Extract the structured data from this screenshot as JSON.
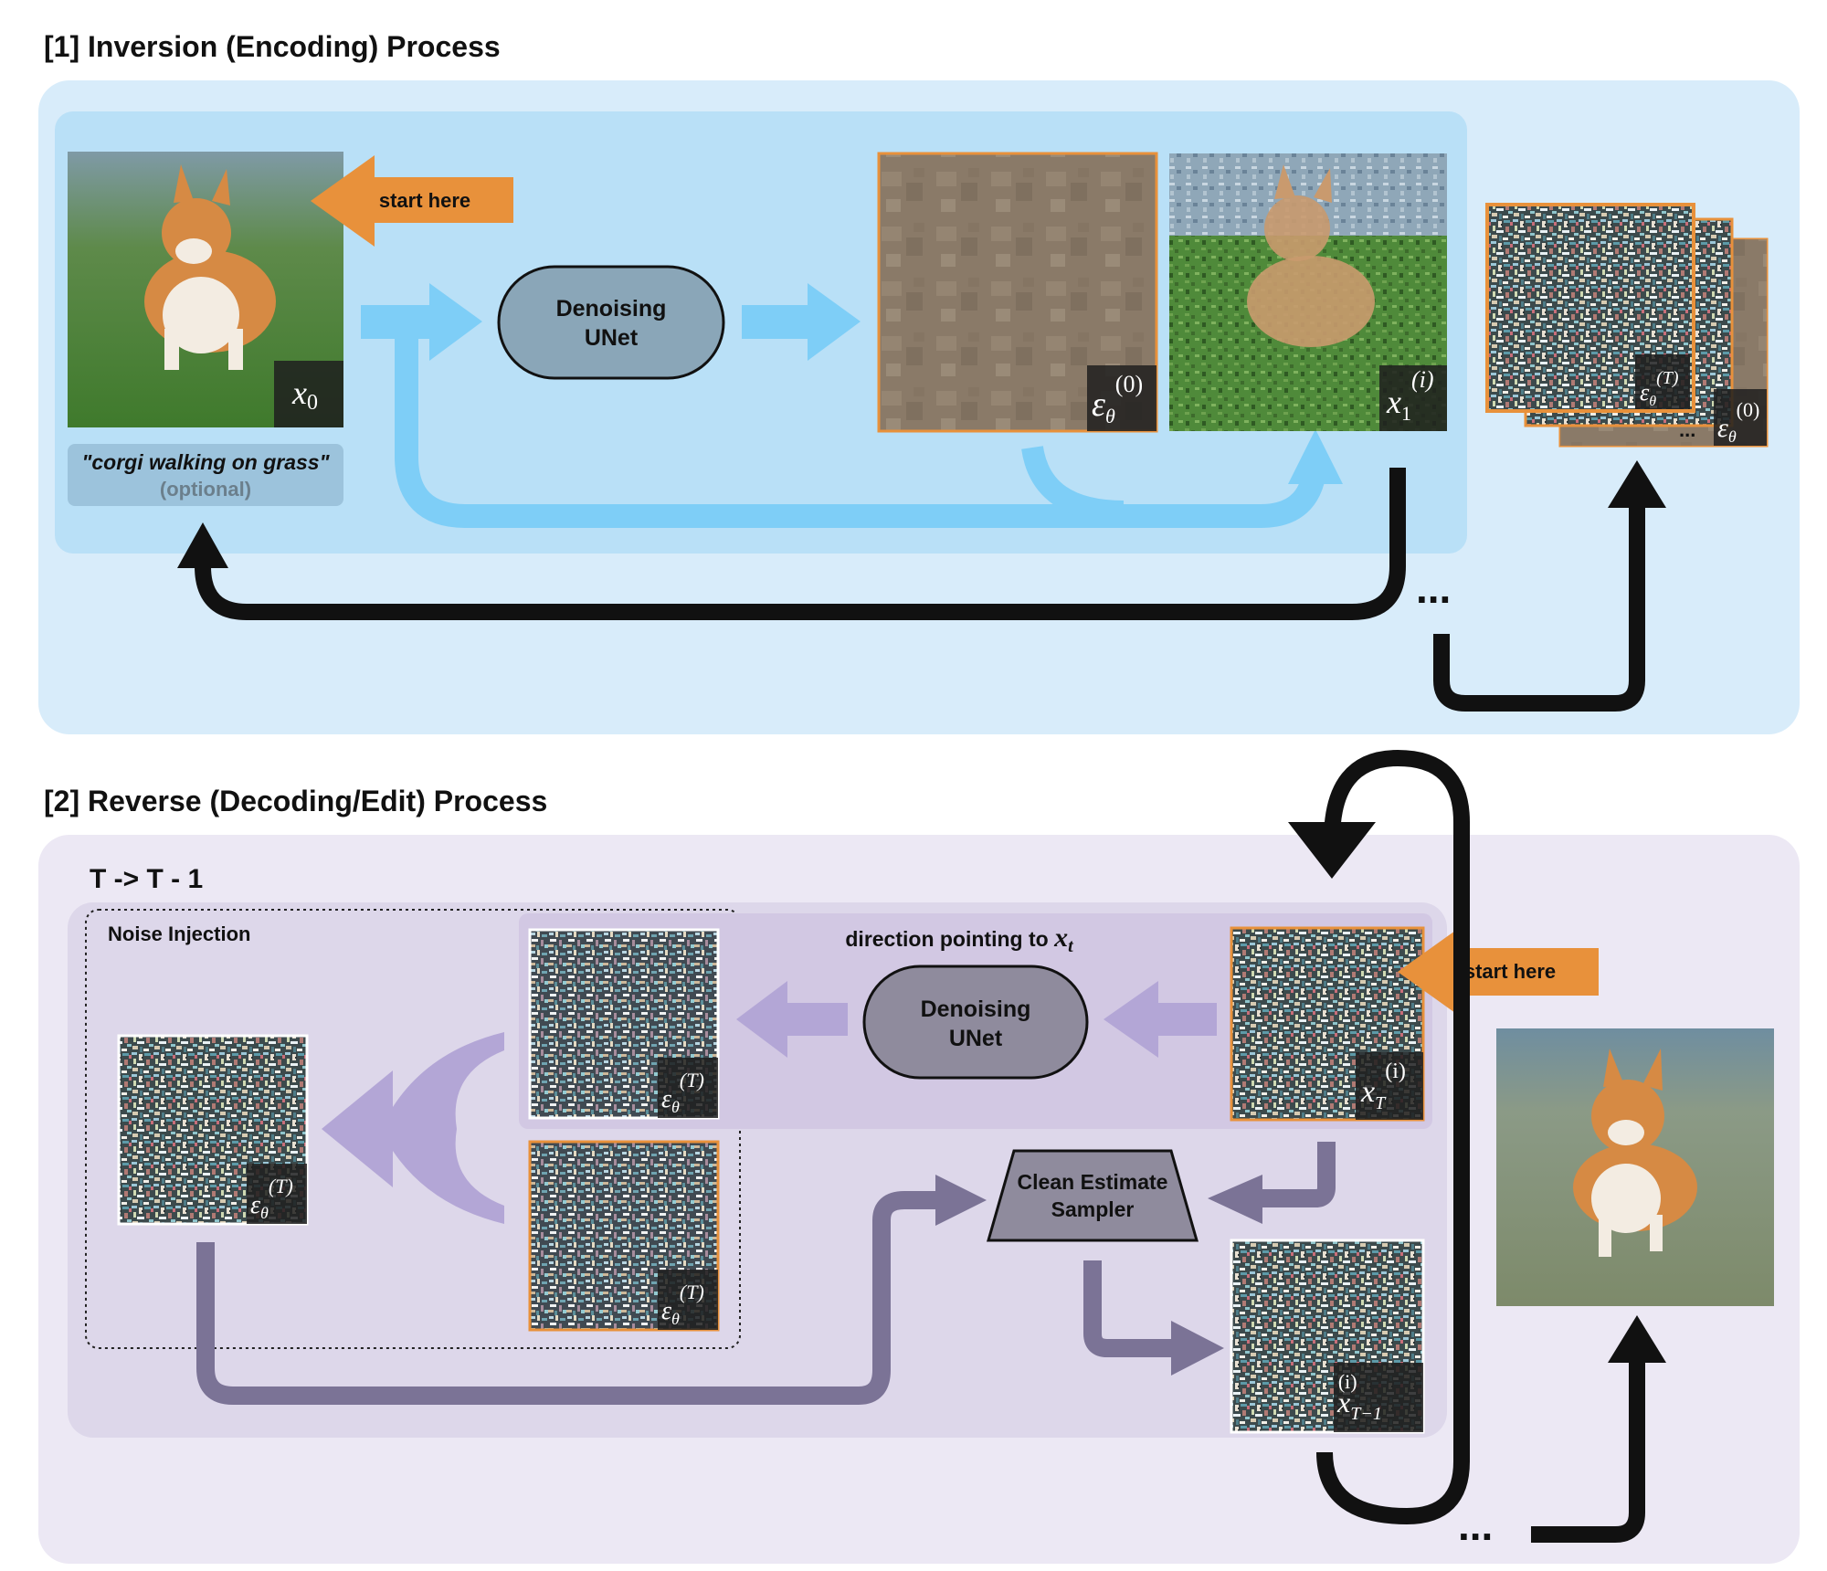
{
  "panel1": {
    "title": "[1] Inversion (Encoding) Process",
    "start_label": "start here",
    "unet_line1": "Denoising",
    "unet_line2": "UNet",
    "prompt": "\"corgi walking on grass\"",
    "prompt_note": "(optional)",
    "label_x0": "x0",
    "label_eps0": "εθ(0)",
    "label_x1": "x1(i)",
    "label_epsT": "εθ(T)",
    "stack_dots": "...",
    "loop_dots": "...",
    "colors": {
      "outer": "#d8ecfa",
      "inner": "#b9e0f7",
      "arrow": "#7ecef7",
      "orange": "#e8913b",
      "unet": "#8aa6b8"
    }
  },
  "panel2": {
    "title": "[2] Reverse (Decoding/Edit) Process",
    "step_label": "T -> T - 1",
    "noise_injection": "Noise Injection",
    "direction_label": "direction pointing to",
    "direction_var": "xt",
    "unet_line1": "Denoising",
    "unet_line2": "UNet",
    "sampler_line1": "Clean Estimate",
    "sampler_line2": "Sampler",
    "start_label": "start here",
    "label_epsT": "εθ(T)",
    "label_xT": "xT(i)",
    "label_xT1": "xT-1(i)",
    "loop_dots": "...",
    "colors": {
      "outer": "#ece8f4",
      "inner": "#ddd7ea",
      "dir_box": "#d2c8e3",
      "arrow": "#b3a6d6",
      "dark_arrow": "#7b7396",
      "unet": "#8f8b9d",
      "orange": "#e8913b"
    }
  },
  "icons": [
    "corgi-photo",
    "noise-texture",
    "noisy-corgi",
    "noise-stack",
    "output-corgi"
  ]
}
